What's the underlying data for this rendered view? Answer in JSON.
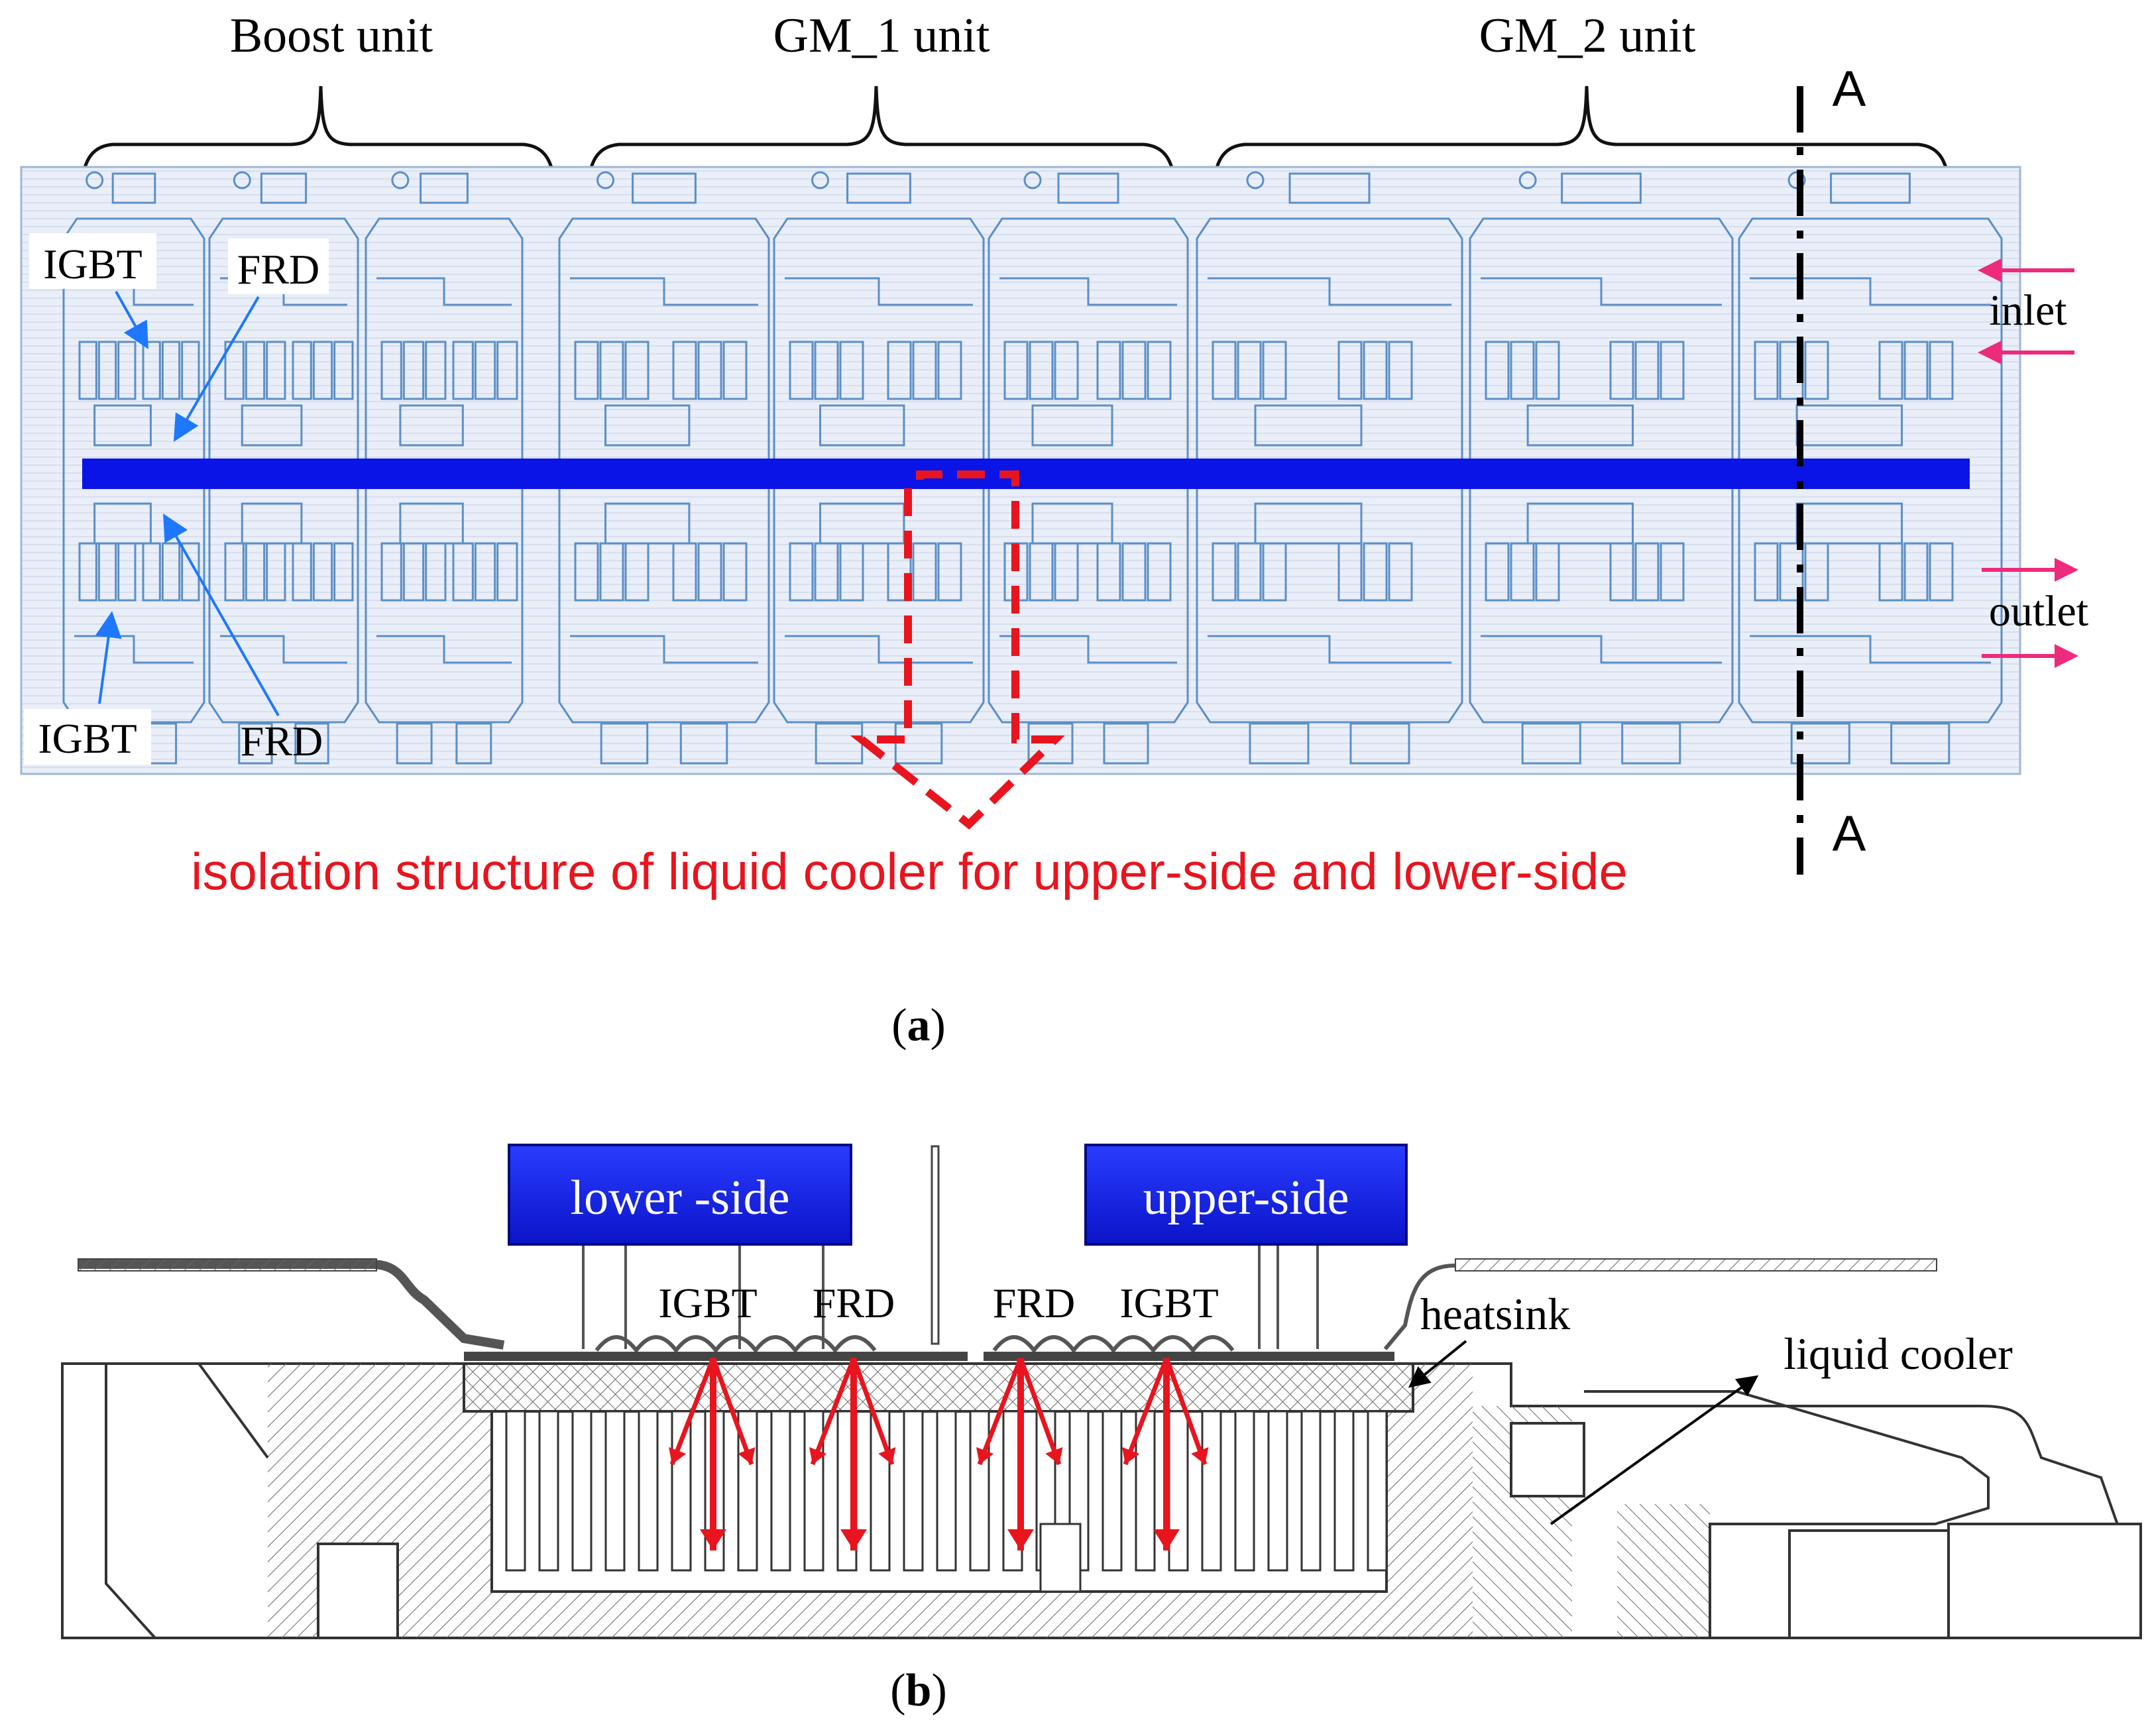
{
  "panel_a": {
    "unit_labels": [
      "Boost unit",
      "GM_1 unit",
      "GM_2 unit"
    ],
    "section_marker": "A",
    "callouts": {
      "igbt_top": "IGBT",
      "frd_top": "FRD",
      "igbt_bottom": "IGBT",
      "frd_bottom": "FRD"
    },
    "inlet": "inlet",
    "outlet": "outlet",
    "isolation_caption": "isolation structure of liquid cooler for upper-side and lower-side",
    "caption": {
      "open": "(",
      "letter": "a",
      "close": ")"
    }
  },
  "panel_b": {
    "lower_side": "lower -side",
    "upper_side": "upper-side",
    "chip_labels": [
      "IGBT",
      "FRD",
      "FRD",
      "IGBT"
    ],
    "heatsink": "heatsink",
    "liquid_cooler": "liquid cooler",
    "caption": {
      "open": "(",
      "letter": "b",
      "close": ")"
    }
  },
  "colors": {
    "plate_bg": "#e9eef8",
    "trace_blue": "#5b8fc7",
    "isolation_bar": "#0a14e6",
    "red": "#e8141e",
    "pink_arrow": "#ee2a7b",
    "callout_blue": "#1e78ff",
    "label_box": "#0d1ee0"
  }
}
